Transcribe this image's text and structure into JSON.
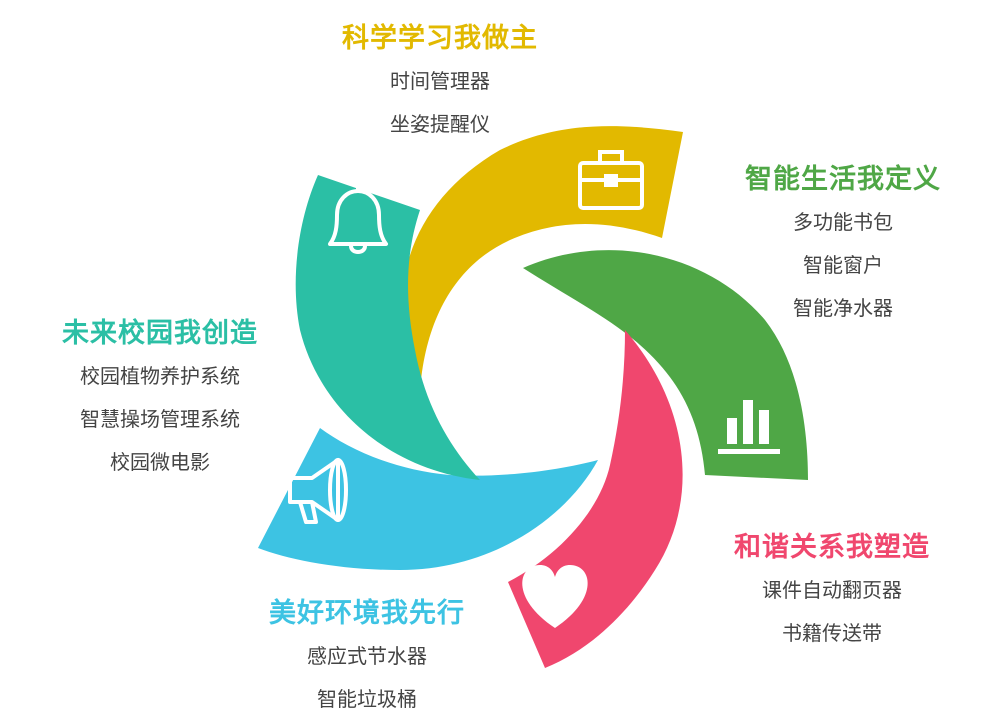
{
  "groups": [
    {
      "id": "study",
      "title": "科学学习我做主",
      "color": "#E2B900",
      "items": [
        "时间管理器",
        "坐姿提醒仪"
      ],
      "icon": "briefcase-icon"
    },
    {
      "id": "life",
      "title": "智能生活我定义",
      "color": "#4FA746",
      "items": [
        "多功能书包",
        "智能窗户",
        "智能净水器"
      ],
      "icon": "bar-chart-icon"
    },
    {
      "id": "relations",
      "title": "和谐关系我塑造",
      "color": "#F0476E",
      "items": [
        "课件自动翻页器",
        "书籍传送带"
      ],
      "icon": "heart-icon"
    },
    {
      "id": "environment",
      "title": "美好环境我先行",
      "color": "#3DC3E3",
      "items": [
        "感应式节水器",
        "智能垃圾桶"
      ],
      "icon": "megaphone-icon"
    },
    {
      "id": "campus",
      "title": "未来校园我创造",
      "color": "#2BBFA5",
      "items": [
        "校园植物养护系统",
        "智慧操场管理系统",
        "校园微电影"
      ],
      "icon": "bell-icon"
    }
  ]
}
